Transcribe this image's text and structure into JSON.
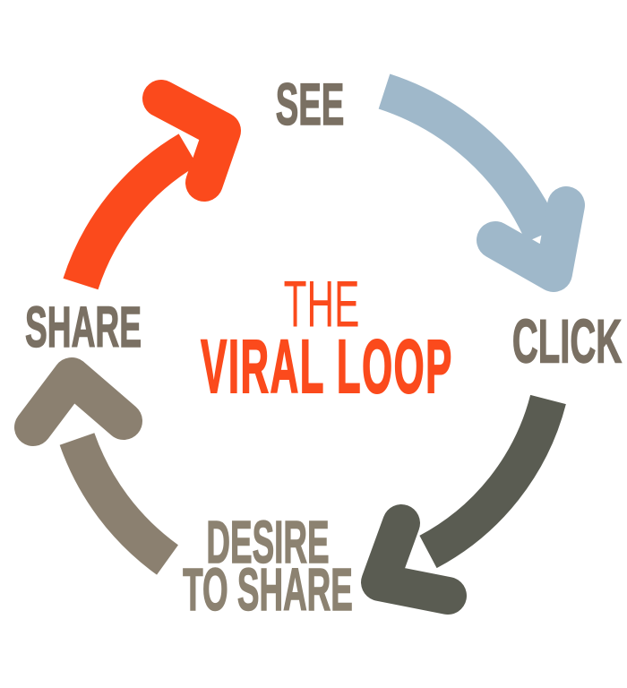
{
  "page": {
    "background_color": "#FFFFFF"
  },
  "title": {
    "line_top": "THE",
    "line_main": "VIRAL LOOP",
    "color": "#FB4A1C"
  },
  "stages": {
    "see": {
      "label": "SEE",
      "color": "#7A7063"
    },
    "click": {
      "label": "CLICK",
      "color": "#7A7063"
    },
    "desire": {
      "label_line1": "DESIRE",
      "label_line2": "TO SHARE",
      "color": "#8C8271"
    },
    "share": {
      "label": "SHARE",
      "color": "#7A7063"
    }
  },
  "arrows": {
    "share_to_see": {
      "name": "arrow-share-to-see",
      "color": "#FB4A1C"
    },
    "see_to_click": {
      "name": "arrow-see-to-click",
      "color": "#9FB8CA"
    },
    "click_to_desire": {
      "name": "arrow-click-to-desire",
      "color": "#5A5C52"
    },
    "desire_to_share": {
      "name": "arrow-desire-to-share",
      "color": "#8B8070"
    }
  }
}
